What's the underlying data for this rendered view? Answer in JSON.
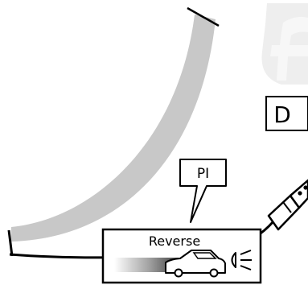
{
  "labels": {
    "point_label": "PI",
    "side_label": "D",
    "gear_label": "Reverse"
  },
  "icons": {
    "vehicle": "car-icon",
    "light": "headlight-icon",
    "watermark": "watermark-icon"
  },
  "colors": {
    "ink": "#000000",
    "paper": "#ffffff",
    "curve_fill": "#c8c8c8",
    "watermark": "#eeeeee"
  }
}
